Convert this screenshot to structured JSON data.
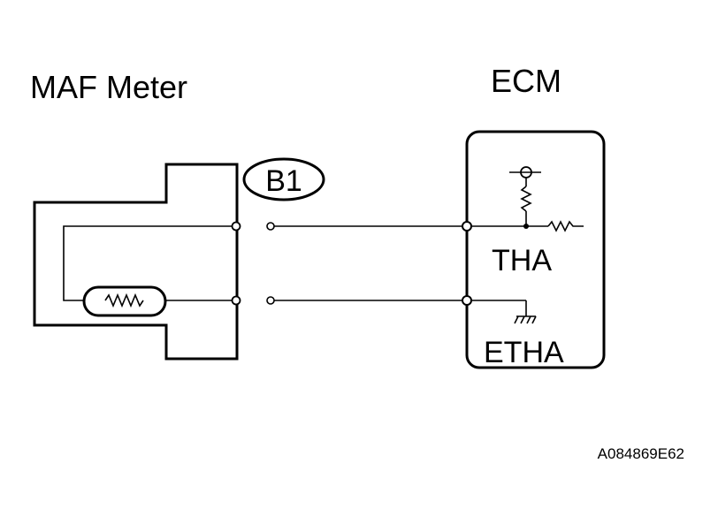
{
  "labels": {
    "maf_meter": "MAF Meter",
    "ecm": "ECM",
    "connector": "B1",
    "tha": "THA",
    "etha": "ETHA",
    "figure_code": "A084869E62"
  }
}
